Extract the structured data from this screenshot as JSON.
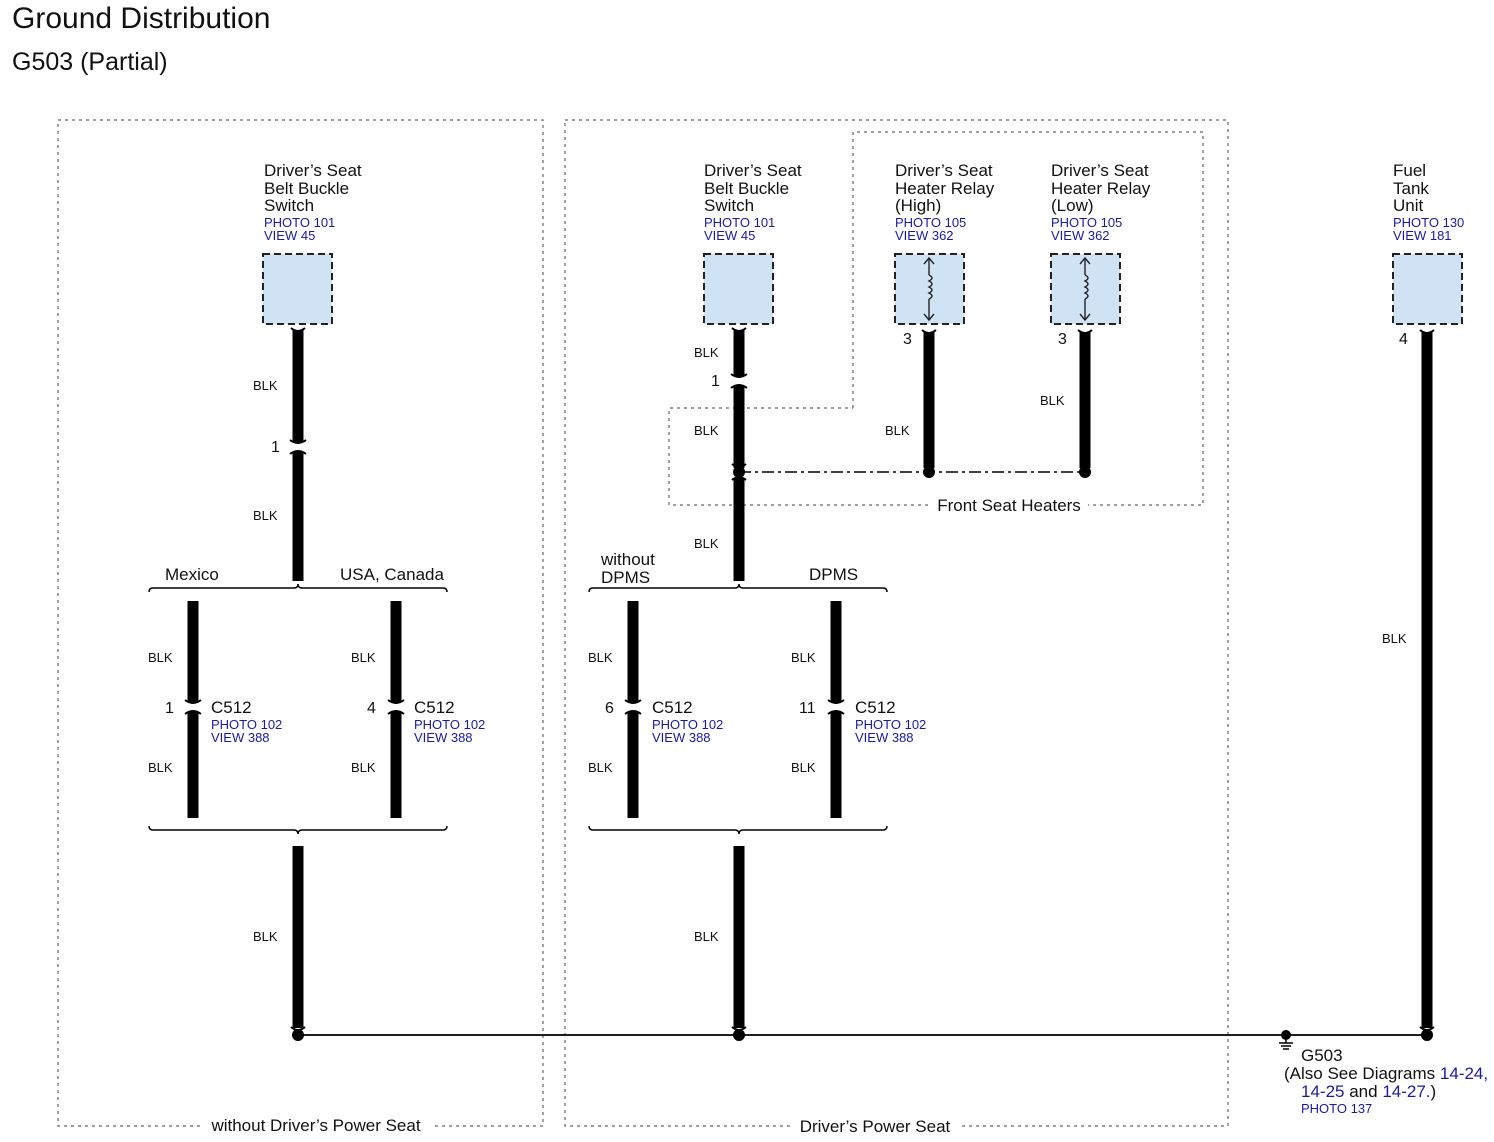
{
  "header": {
    "title": "Ground Distribution",
    "subtitle": "G503 (Partial)"
  },
  "components": {
    "switch_left": {
      "lines": [
        "Driver’s Seat",
        "Belt Buckle",
        "Switch"
      ],
      "photo": "PHOTO 101",
      "view": "VIEW 45"
    },
    "switch_mid": {
      "lines": [
        "Driver’s Seat",
        "Belt Buckle",
        "Switch"
      ],
      "photo": "PHOTO 101",
      "view": "VIEW 45"
    },
    "relay_high": {
      "lines": [
        "Driver’s Seat",
        "Heater Relay",
        "(High)"
      ],
      "photo": "PHOTO 105",
      "view": "VIEW 362",
      "pin": "3"
    },
    "relay_low": {
      "lines": [
        "Driver’s Seat",
        "Heater Relay",
        "(Low)"
      ],
      "photo": "PHOTO 105",
      "view": "VIEW 362",
      "pin": "3"
    },
    "fuel_tank": {
      "lines": [
        "Fuel",
        "Tank",
        "Unit"
      ],
      "photo": "PHOTO 130",
      "view": "VIEW 181",
      "pin": "4"
    }
  },
  "wire_color": "BLK",
  "inline_pins": {
    "left": "1",
    "mid": "1"
  },
  "branches": {
    "left_a": "Mexico",
    "left_b": "USA, Canada",
    "mid_a_line1": "without",
    "mid_a_line2": "DPMS",
    "mid_b": "DPMS"
  },
  "connectors": [
    {
      "pin": "1",
      "name": "C512",
      "photo": "PHOTO 102",
      "view": "VIEW 388"
    },
    {
      "pin": "4",
      "name": "C512",
      "photo": "PHOTO 102",
      "view": "VIEW 388"
    },
    {
      "pin": "6",
      "name": "C512",
      "photo": "PHOTO 102",
      "view": "VIEW 388"
    },
    {
      "pin": "11",
      "name": "C512",
      "photo": "PHOTO 102",
      "view": "VIEW 388"
    }
  ],
  "frames": {
    "front_seat_heaters": "Front Seat Heaters",
    "without_power_seat": "without Driver’s Power Seat",
    "power_seat": "Driver’s Power Seat"
  },
  "ground": {
    "name": "G503",
    "note_prefix": "(Also See Diagrams",
    "diag1": "14-24,",
    "diag2": "14-25",
    "and": "and",
    "diag3": "14-27.",
    "close": ")",
    "photo": "PHOTO 137"
  },
  "colors": {
    "component_fill": "#cfe3f5",
    "ref_text": "#1a1aa0"
  }
}
